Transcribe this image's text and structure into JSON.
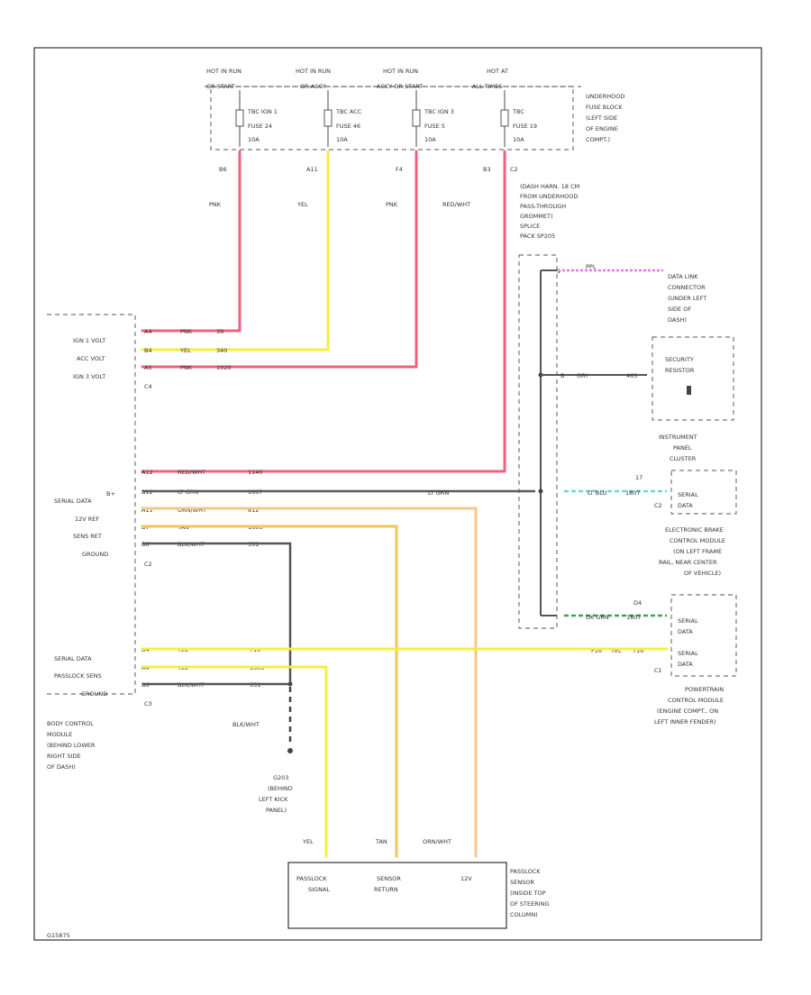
{
  "colors": {
    "pink": "#f0607e",
    "yellow": "#f4f03c",
    "red_wht": "#f0607e",
    "lt_grn": "#5a5a5a",
    "orange": "#f6c68a",
    "tan": "#f4c45a",
    "black": "#555555",
    "ppl": "#e07ae0",
    "lt_blu": "#6ad8d8",
    "dk_grn": "#3aa84a"
  },
  "fuse_block": {
    "hot_labels": [
      "HOT IN RUN",
      "HOT IN RUN",
      "HOT IN RUN",
      "HOT AT"
    ],
    "hot_labels2": [
      "OR START",
      "OR ACCY",
      "ACCY OR START",
      "ALL TIMES"
    ],
    "fuses": [
      {
        "name": "TBC IGN 1",
        "num": "FUSE 24",
        "amp": "10A"
      },
      {
        "name": "TBC ACC",
        "num": "FUSE 46",
        "amp": "10A"
      },
      {
        "name": "TBC IGN 3",
        "num": "FUSE 5",
        "amp": "10A"
      },
      {
        "name": "TBC",
        "num": "FUSE 19",
        "amp": "10A"
      }
    ],
    "caption": [
      "UNDERHOOD",
      "FUSE BLOCK",
      "(LEFT SIDE",
      "OF ENGINE",
      "COMPT.)"
    ],
    "pins": [
      "B6",
      "A11",
      "F4",
      "B3",
      "C2"
    ],
    "wire_labels": [
      "PNK",
      "YEL",
      "PNK",
      "RED/WHT"
    ]
  },
  "splice": {
    "caption": [
      "(DASH HARN. 18 CM",
      "FROM UNDERHOOD",
      "PASS-THROUGH",
      "GROMMET)",
      "SPLICE",
      "PACK SP205"
    ]
  },
  "bcm": {
    "c4_labels": [
      "IGN 1 VOLT",
      "ACC VOLT",
      "IGN 3 VOLT"
    ],
    "c4_pins": [
      "A4",
      "B4",
      "A5"
    ],
    "c4_wires": [
      "PNK",
      "YEL",
      "PNK"
    ],
    "c4_circuits": [
      "39",
      "340",
      "1020"
    ],
    "c4_name": "C4",
    "c2_labels": [
      "B+",
      "SERIAL DATA",
      "12V REF",
      "SENS RET",
      "GROUND"
    ],
    "c2_pins": [
      "A12",
      "B12",
      "A11",
      "B7",
      "B6"
    ],
    "c2_wires": [
      "RED/WHT",
      "LT GRN",
      "ORN/WHT",
      "TAN",
      "BLK/WHT"
    ],
    "c2_circuits": [
      "1140",
      "1807",
      "812",
      "1605",
      "551"
    ],
    "c2_name": "C2",
    "c3_labels": [
      "SERIAL DATA",
      "PASSLOCK SENS",
      "GROUND"
    ],
    "c3_pins": [
      "B4",
      "A4",
      "B6"
    ],
    "c3_wires": [
      "YEL",
      "YEL",
      "BLK/WHT"
    ],
    "c3_circuits": [
      "716",
      "1605",
      "551"
    ],
    "c3_name": "C3",
    "caption": [
      "BODY CONTROL",
      "MODULE",
      "(BEHIND LOWER",
      "RIGHT SIDE",
      "OF DASH)"
    ],
    "lt_grn_mid": "LT GRN"
  },
  "dlc": {
    "pin": "9",
    "wire": "PPL",
    "caption": [
      "DATA LINK",
      "CONNECTOR",
      "(UNDER LEFT",
      "SIDE OF",
      "DASH)"
    ]
  },
  "security": {
    "label": [
      "SECURITY",
      "RESISTOR"
    ],
    "pin_a": "B",
    "wire": "GRY",
    "circuit": "463"
  },
  "ipc": {
    "caption": [
      "INSTRUMENT",
      "PANEL",
      "CLUSTER"
    ],
    "pin": "C2",
    "pin_num": "17",
    "wire": "LT BLU",
    "circuit": "1807",
    "box_label": [
      "SERIAL",
      "DATA"
    ]
  },
  "ebcm": {
    "caption": [
      "ELECTRONIC BRAKE",
      "CONTROL MODULE",
      "(ON LEFT FRAME",
      "RAIL, NEAR CENTER",
      "OF VEHICLE)"
    ],
    "pin": "D4",
    "wire": "DK GRN",
    "circuit": "1807",
    "box_label": [
      "SERIAL",
      "DATA"
    ]
  },
  "pcm": {
    "caption": [
      "POWERTRAIN",
      "CONTROL MODULE",
      "(ENGINE COMPT., ON",
      "LEFT INNER FENDER)"
    ],
    "pin": "C1",
    "pin_num": "F16",
    "wire": "YEL",
    "circuit": "716",
    "box_label": [
      "SERIAL",
      "DATA"
    ]
  },
  "ground": {
    "wire": "BLK/WHT",
    "caption": [
      "G203",
      "(BEHIND",
      "LEFT KICK",
      "PANEL)"
    ]
  },
  "passlock": {
    "wire_labels": [
      "YEL",
      "TAN",
      "ORN/WHT"
    ],
    "terms": [
      "PASSLOCK SIGNAL",
      "SENSOR RETURN",
      "12V"
    ],
    "term_lines": [
      [
        "PASSLOCK",
        "SIGNAL"
      ],
      [
        "SENSOR",
        "RETURN"
      ],
      [
        "12V"
      ]
    ],
    "caption": [
      "PASSLOCK",
      "SENSOR",
      "(INSIDE TOP",
      "OF STEERING",
      "COLUMN)"
    ]
  },
  "footer_code": "G15875"
}
